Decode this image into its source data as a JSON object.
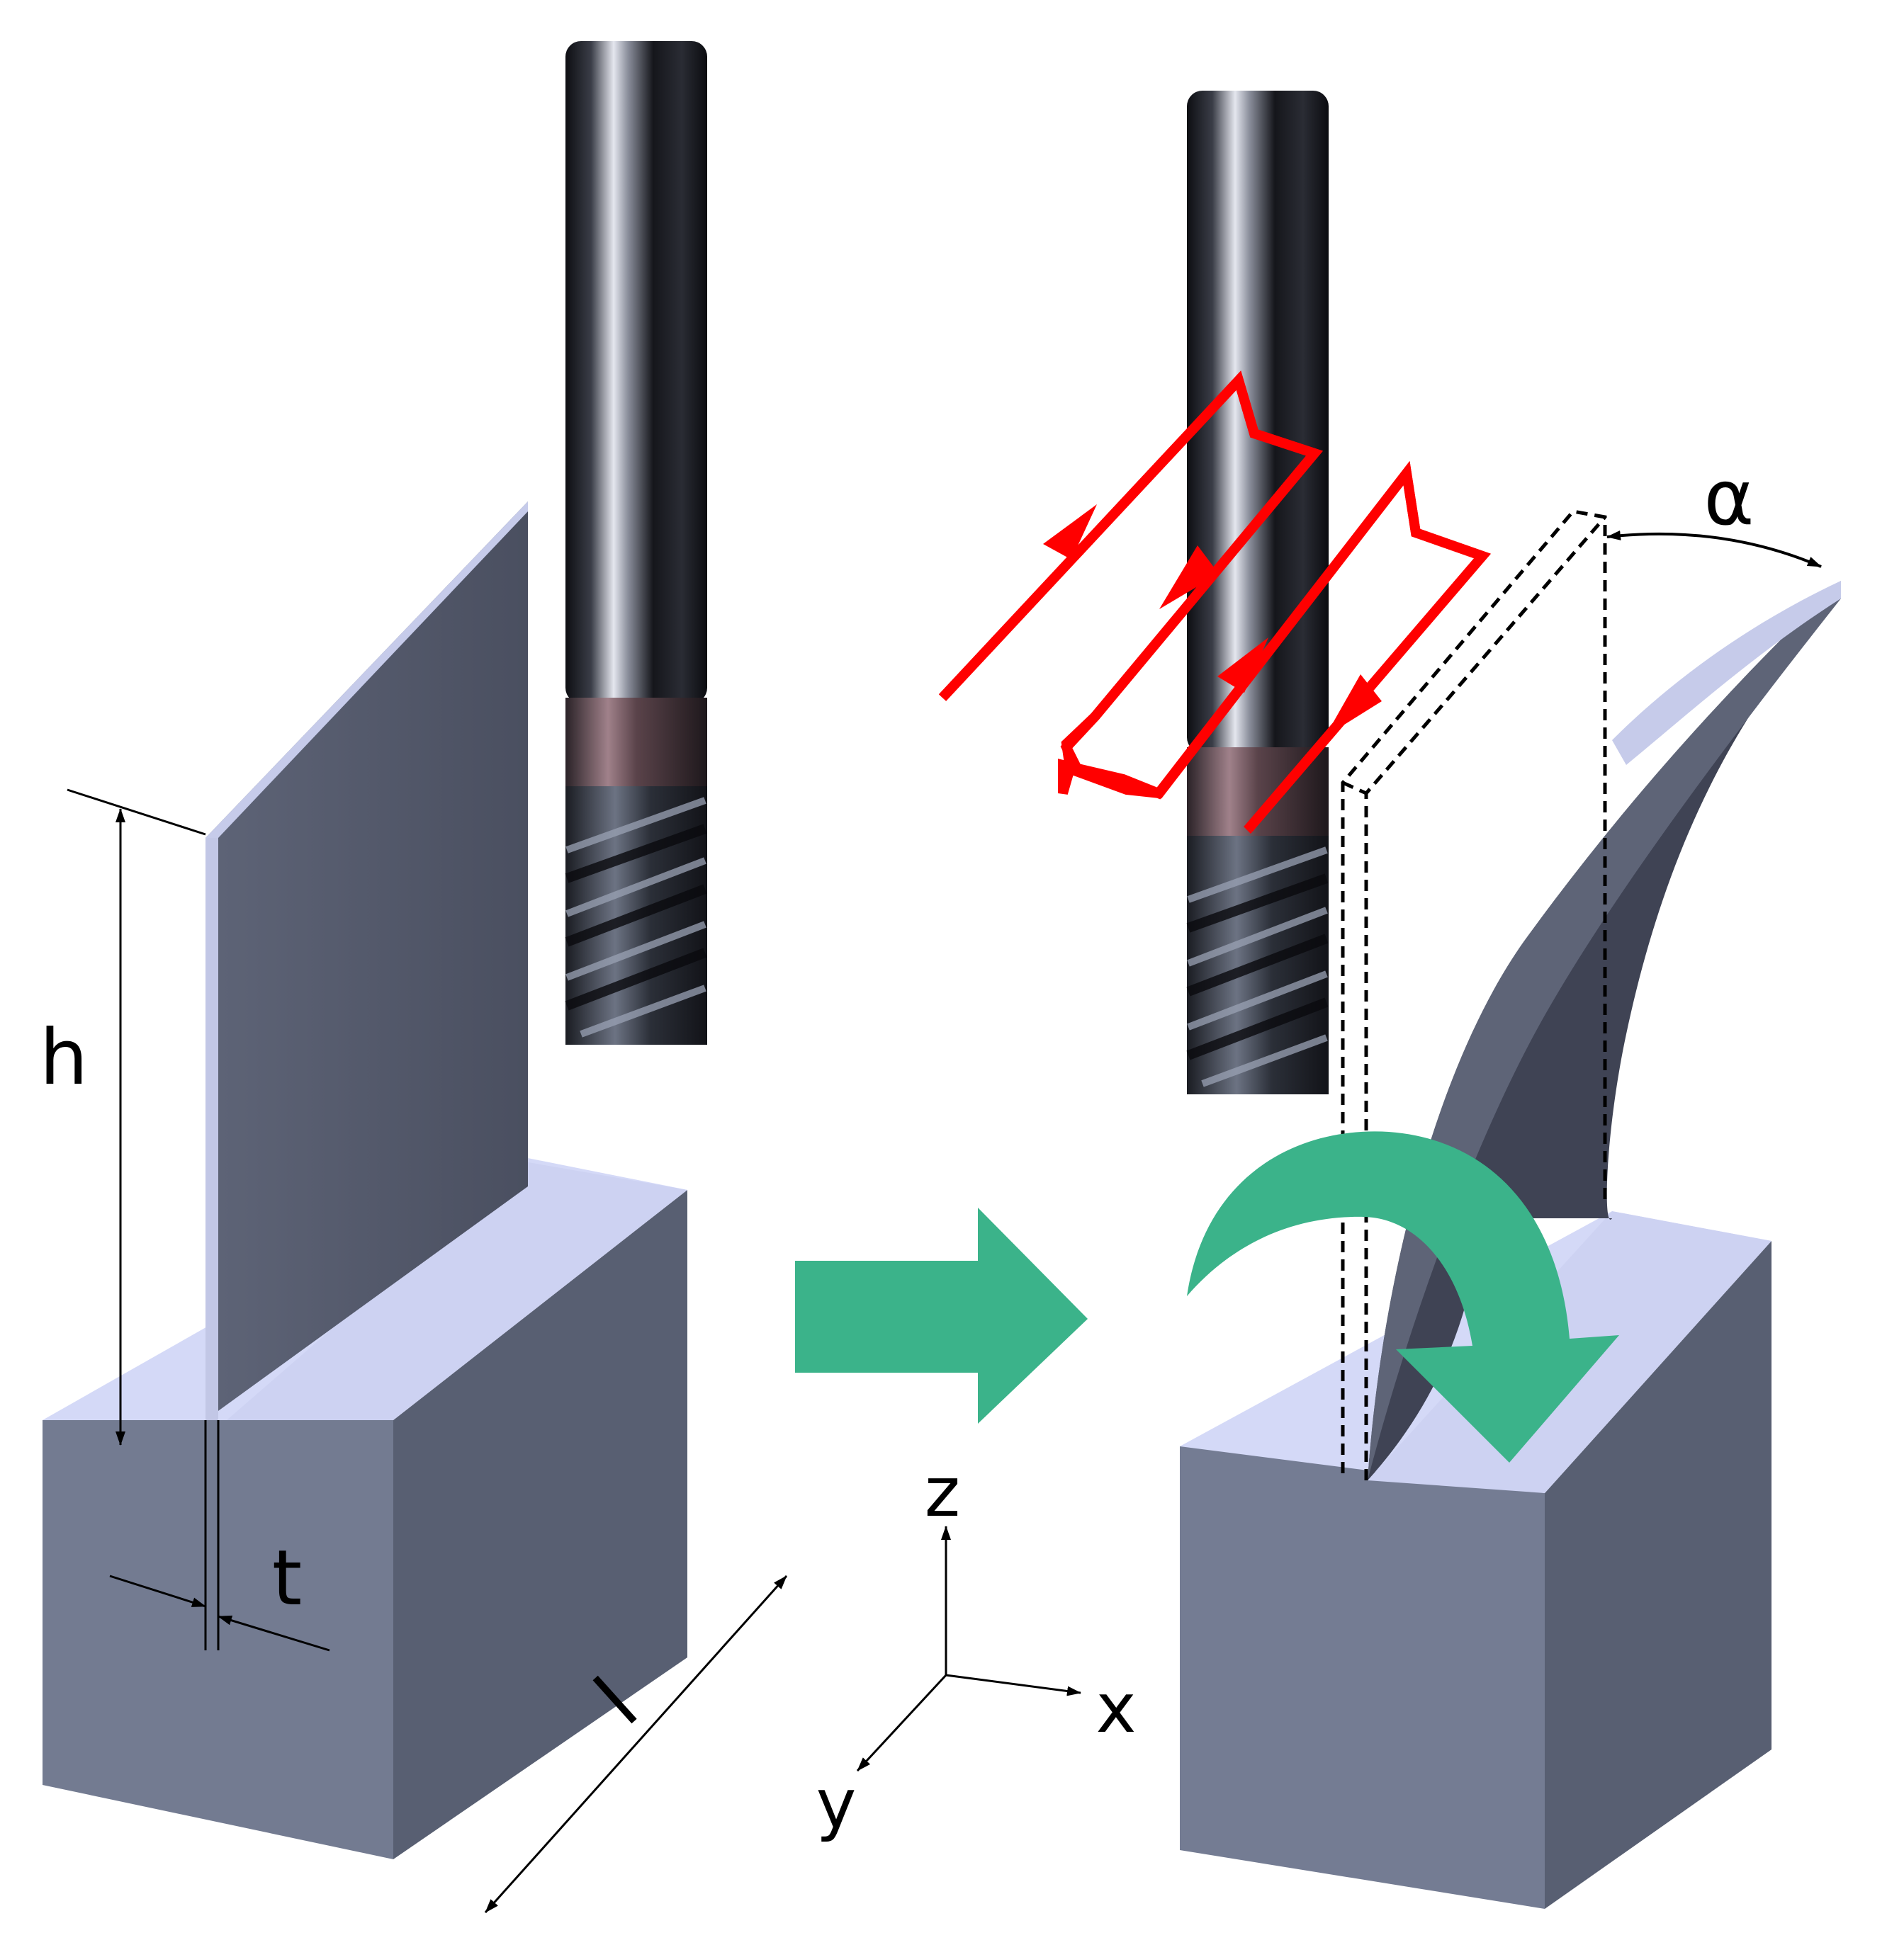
{
  "labels": {
    "height": "h",
    "thickness": "t",
    "length": "l",
    "angle": "α",
    "axis_z": "z",
    "axis_x": "x",
    "axis_y": "y"
  },
  "colors": {
    "block_top": "#d4d9f7",
    "block_front": "#727a91",
    "block_side": "#585f72",
    "wall_face": "#5c6375",
    "wall_edge": "#c6cbea",
    "tool_body": "#1b1d24",
    "tool_highlight": "#e8eaf0",
    "tool_band": "#7f5c66",
    "toolpath": "#ff0000",
    "process_arrow": "#3bb38a"
  }
}
